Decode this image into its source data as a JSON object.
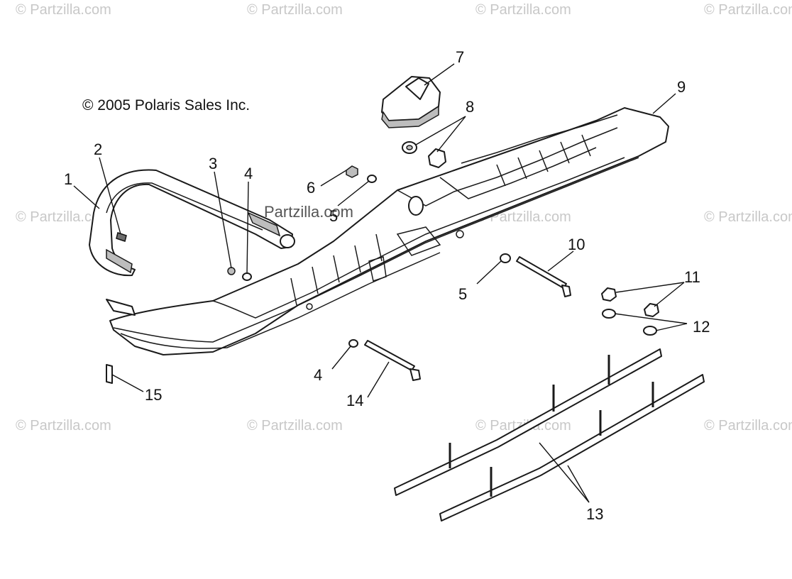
{
  "copyright": "© 2005 Polaris Sales Inc.",
  "watermark": "© Partzilla.com",
  "watermark_center": "Partzilla.com",
  "callouts": [
    "1",
    "2",
    "3",
    "4",
    "5",
    "6",
    "7",
    "8",
    "9",
    "10",
    "11",
    "12",
    "13",
    "14",
    "15"
  ],
  "callout_extra": {
    "four_b": "4",
    "five_b": "5"
  }
}
